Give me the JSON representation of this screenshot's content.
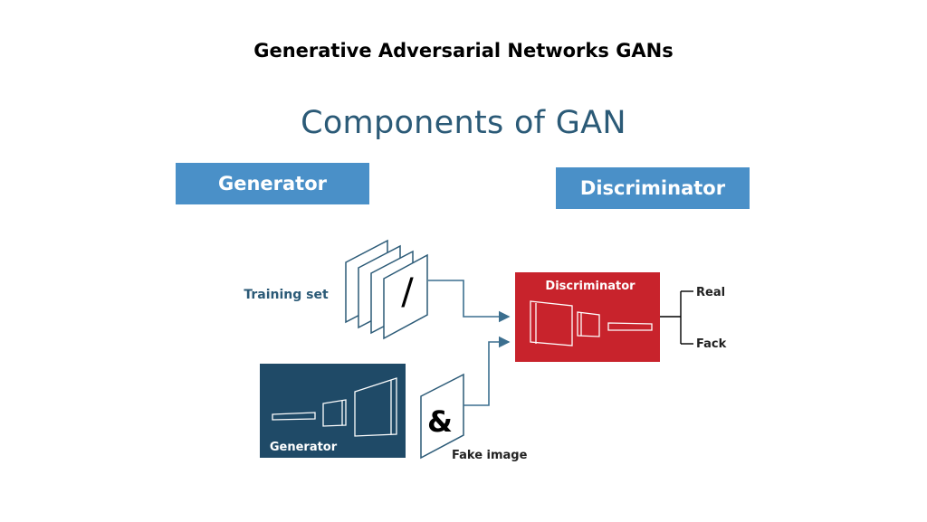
{
  "page_title": "Generative Adversarial Networks GANs",
  "diagram_title": "Components of GAN",
  "header_labels": {
    "generator": "Generator",
    "discriminator": "Discriminator"
  },
  "nodes": {
    "training_set": "Training set",
    "training_glyph": "/",
    "discriminator_block": "Discriminator",
    "generator_block": "Generator",
    "fake_image": "Fake image",
    "fake_glyph": "&",
    "output_real": "Real",
    "output_fake": "Fack"
  },
  "colors": {
    "title_blue": "#2b5a77",
    "label_blue": "#4a90c8",
    "discriminator_red": "#c8232c",
    "generator_navy": "#1f4a67",
    "arrow": "#3c6f8f"
  }
}
